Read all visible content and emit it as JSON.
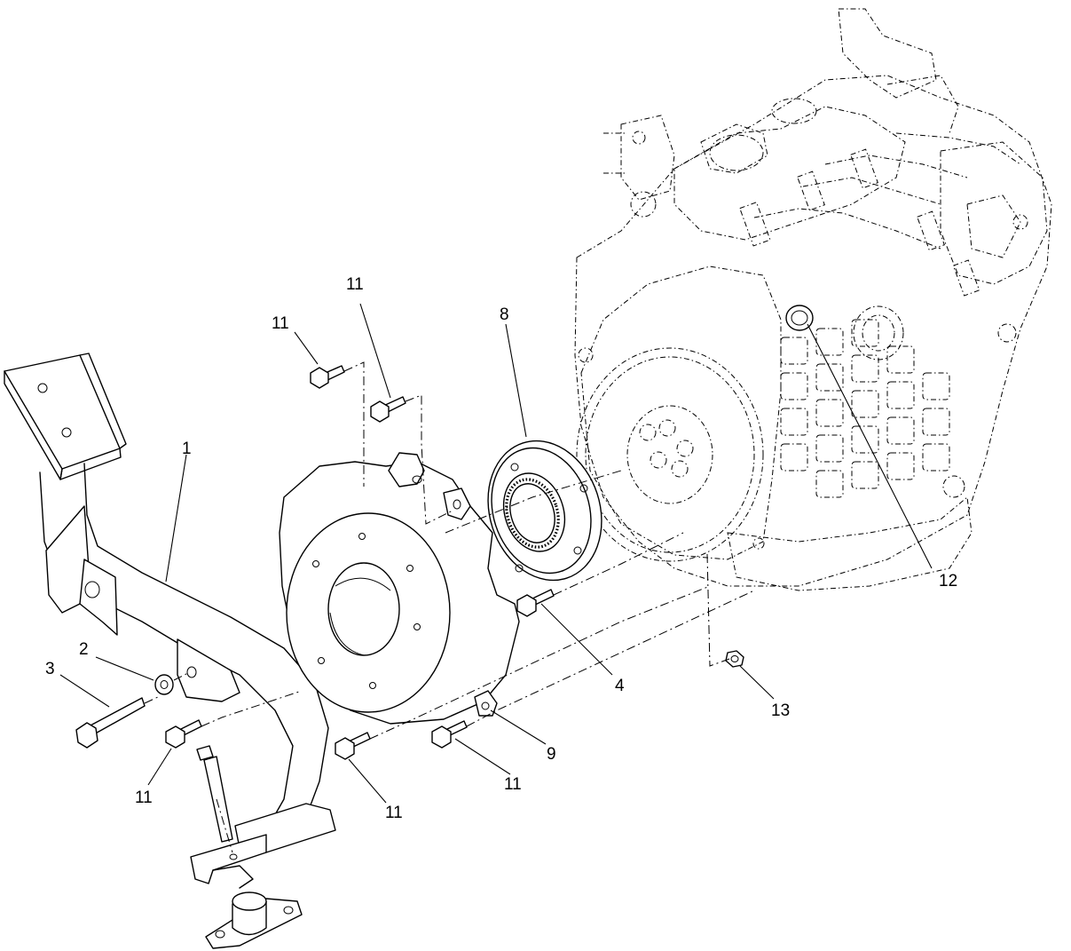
{
  "diagram": {
    "callouts": {
      "c1": "1",
      "c2": "2",
      "c3": "3",
      "c4": "4",
      "c8": "8",
      "c9": "9",
      "c11a": "11",
      "c11b": "11",
      "c11c": "11",
      "c11d": "11",
      "c11e": "11",
      "c12": "12",
      "c13": "13"
    }
  }
}
